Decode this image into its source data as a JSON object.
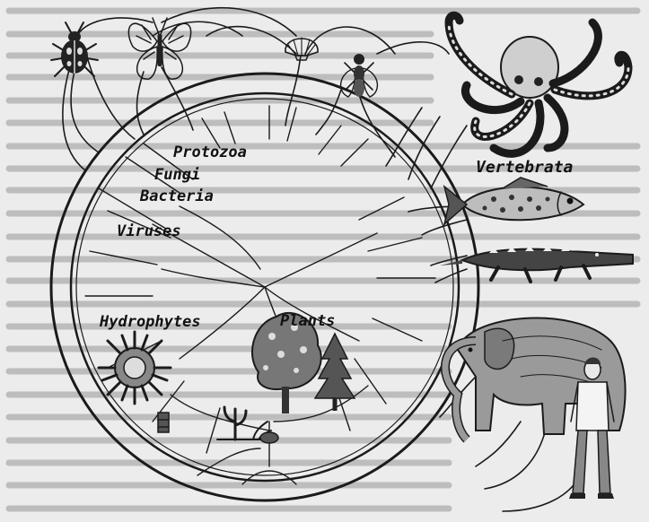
{
  "diagram": {
    "labels": {
      "protozoa": "Protozoa",
      "fungi": "Fungi",
      "bacteria": "Bacteria",
      "viruses": "Viruses",
      "vertebrata": "Vertebrata",
      "hydrophytes": "Hydrophytes",
      "plants": "Plants"
    },
    "organisms": [
      "beetle-icon",
      "butterfly-icon",
      "scallop-shell-icon",
      "fly-icon",
      "octopus-icon",
      "fish-icon",
      "crocodile-icon",
      "elephant-icon",
      "human-figure-icon",
      "tree-icon",
      "conifer-icon",
      "water-plant-icon",
      "small-plant-icon",
      "cactus-icon"
    ]
  },
  "colors": {
    "ink": "#1b1b1b",
    "paper": "#ececec",
    "faded_text": "#bdbdbd"
  }
}
